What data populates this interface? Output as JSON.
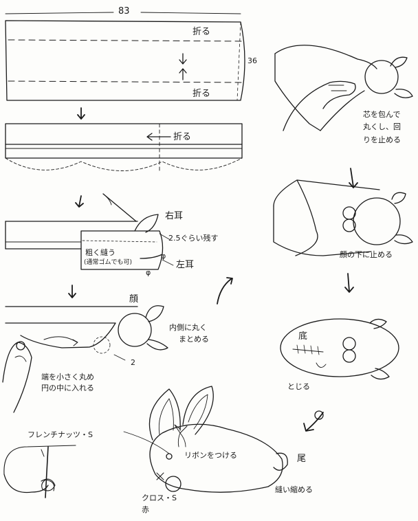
{
  "labels": {
    "width_83": "83",
    "fold_1": "折る",
    "height_36": "36",
    "fold_2": "折る",
    "fold_3": "折る",
    "right_ear": "右耳",
    "leave_25": "2.5ぐらい残す",
    "sew_roughly": "粗く縫う",
    "elastic_ok": "(通常ゴムでも可)",
    "phi_1": "φ",
    "phi_2": "φ",
    "left_ear": "左耳",
    "face": "顔",
    "gather_inside_1": "内側に丸く",
    "gather_inside_2": "まとめる",
    "num_2": "2",
    "roll_end_1": "端を小さく丸め",
    "roll_end_2": "円の中に入れる",
    "wrap_core_1": "芯を包んで",
    "wrap_core_2": "丸くし、回",
    "wrap_core_3": "りを止める",
    "fasten_under_face": "顔の下に止める",
    "bottom": "底",
    "close_up": "とじる",
    "french_knot": "フレンチナッツ・S",
    "attach_ribbon": "リボンをつける",
    "tail": "尾",
    "sew_shrink": "縫い縮める",
    "cross_stitch": "クロス・S",
    "red": "赤"
  }
}
